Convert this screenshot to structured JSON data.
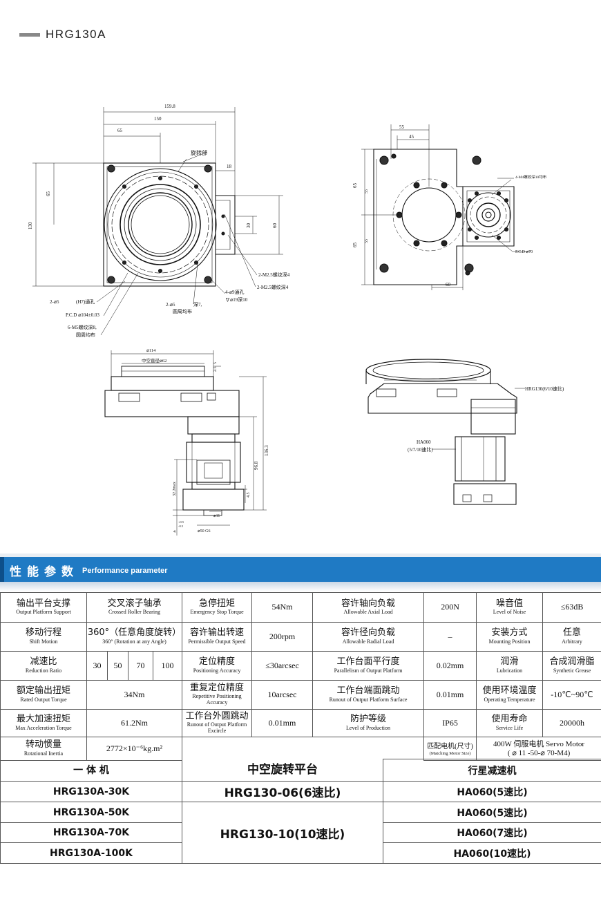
{
  "header": {
    "title": "HRG130A"
  },
  "drawing": {
    "top_view": {
      "dims": [
        "159.8",
        "150",
        "65",
        "18",
        "65",
        "130",
        "30",
        "60"
      ],
      "notes": [
        "旋转部",
        "2-M2.5螺纹深4",
        "2-M2.5螺纹深4",
        "4-⌀9通孔",
        "∇⌀19深10",
        "2-⌀5",
        "(H7)通孔",
        "P.C.D ⌀104±0.03",
        "6-M5螺纹深8,",
        "圆周均布",
        "2-⌀5",
        "深7,",
        "圆周均布"
      ]
    },
    "right_view": {
      "dims": [
        "55",
        "45",
        "65",
        "55",
        "55",
        "65",
        "60"
      ],
      "notes": [
        "4-M4螺纹深10均布",
        "P.C.D ⌀70"
      ]
    },
    "side_view": {
      "dims": [
        "⌀114",
        "中空直径⌀62",
        "5",
        "2.5",
        "136.3",
        "96.8",
        "4.5",
        "32.2max",
        "⌀11",
        "⌀50 G6",
        "4",
        "+0.5",
        "-0.5"
      ]
    },
    "iso_view": {
      "labels": [
        "HRG130(6/10速比)",
        "HA060",
        "(5/7/10速比)"
      ]
    }
  },
  "banner": {
    "cn": "性能参数",
    "en": "Performance parameter"
  },
  "spec": {
    "r1": {
      "c1": {
        "cn": "输出平台支撑",
        "en": "Output Platform Support"
      },
      "v1": {
        "cn": "交叉滚子轴承",
        "en": "Crossed Roller Bearing"
      },
      "c2": {
        "cn": "急停扭矩",
        "en": "Emergency Stop  Torque"
      },
      "v2": "54Nm",
      "c3": {
        "cn": "容许轴向负载",
        "en": "Allowable Axial Load"
      },
      "v3": "200N",
      "c4": {
        "cn": "噪音值",
        "en": "Level of Noise"
      },
      "v4": "≤63dB"
    },
    "r2": {
      "c1": {
        "cn": "移动行程",
        "en": "Shift Motion"
      },
      "v1": {
        "cn": "360°（任意角度旋转）",
        "en": "360°  (Rotation at any Angle)"
      },
      "c2": {
        "cn": "容许输出转速",
        "en": "Permissible Output Speed"
      },
      "v2": "200rpm",
      "c3": {
        "cn": "容许径向负载",
        "en": "Allowable Radial Load"
      },
      "v3": "–",
      "c4": {
        "cn": "安装方式",
        "en": "Mounting Position"
      },
      "v4": {
        "cn": "任意",
        "en": "Arbitrary"
      }
    },
    "r3": {
      "c1": {
        "cn": "减速比",
        "en": "Reduction Ratio"
      },
      "ratios": [
        "30",
        "50",
        "70",
        "100"
      ],
      "c2": {
        "cn": "定位精度",
        "en": "Positioning Accuracy"
      },
      "v2": "≤30arcsec",
      "c3": {
        "cn": "工作台面平行度",
        "en": "Parallelism of Output Platform"
      },
      "v3": "0.02mm",
      "c4": {
        "cn": "润滑",
        "en": "Lubrication"
      },
      "v4": {
        "cn": "合成润滑脂",
        "en": "Synthetic Grease"
      }
    },
    "r4": {
      "c1": {
        "cn": "额定输出扭矩",
        "en": "Rated Output Torque"
      },
      "v1": "34Nm",
      "c2": {
        "cn": "重复定位精度",
        "en": "Repetitive Positioning Accuracy"
      },
      "v2": "10arcsec",
      "c3": {
        "cn": "工作台端面跳动",
        "en": "Runout of Output Platform Surface"
      },
      "v3": "0.01mm",
      "c4": {
        "cn": "使用环境温度",
        "en": "Operating  Temperature"
      },
      "v4": "-10℃~90℃"
    },
    "r5": {
      "c1": {
        "cn": "最大加速扭矩",
        "en": "Max Acceleration Torque"
      },
      "v1": "61.2Nm",
      "c2": {
        "cn": "工作台外圆跳动",
        "en": "Runout of Output Platform Excircle"
      },
      "v2": "0.01mm",
      "c3": {
        "cn": "防护等级",
        "en": "Level of Production"
      },
      "v3": "IP65",
      "c4": {
        "cn": "使用寿命",
        "en": "Service Life"
      },
      "v4": "20000h"
    },
    "r6": {
      "c1": {
        "cn": "转动惯量",
        "en": "Rotational Inertia"
      },
      "v1": "2772×10⁻⁶kg.m²",
      "c4": {
        "cn": "匹配电机(尺寸)",
        "en": "(Matching Motor Size)"
      },
      "v4": {
        "l1": "400W 伺服电机 Servo Motor",
        "l2": "( ⌀ 11 -50-⌀ 70-M4)"
      }
    }
  },
  "models": {
    "h_left": "一 体 机",
    "h_mid": "中空旋转平台",
    "h_right": "行星减速机",
    "left": [
      "HRG130A-30K",
      "HRG130A-50K",
      "HRG130A-70K",
      "HRG130A-100K"
    ],
    "mid": [
      "HRG130-06(6速比)",
      "HRG130-10(10速比)"
    ],
    "right": [
      "HA060(5速比)",
      "HA060(5速比)",
      "HA060(7速比)",
      "HA060(10速比)"
    ]
  }
}
